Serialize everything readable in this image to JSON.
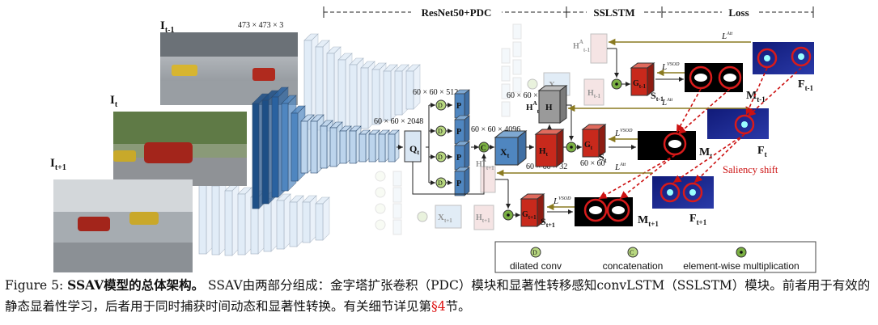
{
  "figure": {
    "sections": {
      "resnet": "ResNet50+PDC",
      "sslstm": "SSLSTM",
      "loss": "Loss"
    },
    "frames": {
      "prev": "I",
      "prev_sub": "t-1",
      "cur": "I",
      "cur_sub": "t",
      "next": "I",
      "next_sub": "t+1",
      "input_size": "473 × 473 × 3"
    },
    "dims": {
      "feat_2048": "60 × 60 × 2048",
      "feat_512": "60 × 60 × 512",
      "feat_4096": "60 × 60 × 4096",
      "feat_32": "60 × 60 × 32",
      "feat_60": "60 × 60",
      "feat_16": "60 × 60 × 16"
    },
    "nodes": {
      "q": "Q",
      "q_sub": "t",
      "p": "P",
      "x": "X",
      "x_sub": "t",
      "x_prev": "X",
      "x_prev_sub": "t-1",
      "x_next": "X",
      "x_next_sub": "t+1",
      "h": "H",
      "h_sub": "t",
      "ha": "H",
      "ha_sup": "A",
      "ha_sub": "t",
      "ha_prev_sub": "t-1",
      "ha_next_sub": "t+1",
      "h_prev_sub": "t-1",
      "h_next_sub": "t+1",
      "g": "G",
      "g_sub": "t",
      "g_prev_sub": "t-1",
      "g_next_sub": "t+1",
      "s": "S",
      "s_sub": "t",
      "s_prev_sub": "t-1",
      "s_next_sub": "t+1",
      "m": "M",
      "m_sub": "t",
      "m_prev_sub": "t-1",
      "m_next_sub": "t+1",
      "f": "F",
      "f_sub": "t",
      "f_prev_sub": "t-1",
      "f_next_sub": "t+1",
      "d": "D",
      "c": "C"
    },
    "losses": {
      "att": "L",
      "att_sup": "Att",
      "vsod": "L",
      "vsod_sup": "VSOD"
    },
    "saliency_shift": "Saliency shift",
    "legend": {
      "dilated": "dilated conv",
      "concat": "concatenation",
      "mult": "element-wise multiplication"
    },
    "colors": {
      "blue_dark": "#1e4f86",
      "blue_mid": "#4f86c0",
      "blue_light": "#bcd4ec",
      "red": "#c8291c",
      "green": "#7bb043",
      "olive": "#8a7a20",
      "pink": "#e9c4c4"
    }
  },
  "caption": {
    "label": "Figure 5: ",
    "bold": "SSAV模型的总体架构。",
    "text": " SSAV由两部分组成：金字塔扩张卷积（PDC）模块和显著性转移感知convLSTM（SSLSTM）模块。前者用于有效的静态显着性学习，后者用于同时捕获时间动态和显著性转换。有关细节详见第",
    "ref": "§4",
    "end": "节。"
  }
}
